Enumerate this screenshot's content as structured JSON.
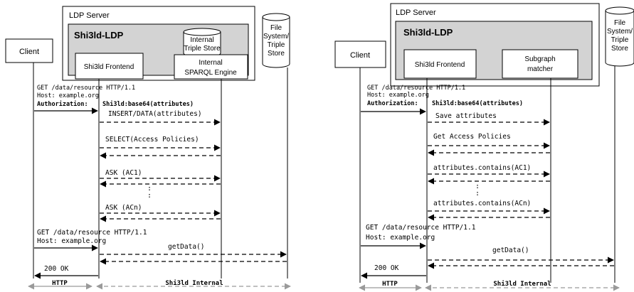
{
  "left": {
    "ldp_server_label": "LDP Server",
    "shi3ld_ldp_label": "Shi3ld-LDP",
    "client_label": "Client",
    "frontend_label": "Shi3ld Frontend",
    "triple_store_label_line1": "Internal",
    "triple_store_label_line2": "Triple Store",
    "engine_label_line1": "Internal",
    "engine_label_line2": "SPARQL Engine",
    "fs_label_line1": "File",
    "fs_label_line2": "System/",
    "fs_label_line3": "Triple",
    "fs_label_line4": "Store",
    "req1_line1": "GET /data/resource HTTP/1.1",
    "req1_line2": "Host: example.org",
    "req1_auth_key": "Authorization:",
    "req1_auth_val": "Shi3ld:base64(attributes)",
    "msg_insert": "INSERT/DATA(attributes)",
    "msg_select": "SELECT(Access Policies)",
    "msg_ask1": "ASK (AC1)",
    "msg_dots": ":",
    "msg_askn": "ASK (ACn)",
    "req2_line1": "GET /data/resource HTTP/1.1",
    "req2_line2": "Host: example.org",
    "msg_getdata": "getData()",
    "msg_200": "200 OK",
    "legend_http": "HTTP",
    "legend_internal": "Shi3ld Internal"
  },
  "right": {
    "ldp_server_label": "LDP Server",
    "shi3ld_ldp_label": "Shi3ld-LDP",
    "client_label": "Client",
    "frontend_label": "Shi3ld Frontend",
    "matcher_label_line1": "Subgraph",
    "matcher_label_line2": "matcher",
    "fs_label_line1": "File",
    "fs_label_line2": "System/",
    "fs_label_line3": "Triple",
    "fs_label_line4": "Store",
    "req1_line1": "GET /data/resource HTTP/1.1",
    "req1_line2": "Host: example.org",
    "req1_auth_key": "Authorization:",
    "req1_auth_val": "Shi3ld:base64(attributes)",
    "msg_save": "Save attributes",
    "msg_get_policies": "Get Access Policies",
    "msg_contains1": "attributes.contains(AC1)",
    "msg_dots": ":",
    "msg_containsn": "attributes.contains(ACn)",
    "req2_line1": "GET /data/resource HTTP/1.1",
    "req2_line2": "Host: example.org",
    "msg_getdata": "getData()",
    "msg_200": "200 OK",
    "legend_http": "HTTP",
    "legend_internal": "Shi3ld Internal"
  },
  "colors": {
    "line": "#000000",
    "box_fill": "#ffffff",
    "shi3ld_fill": "#d3d3d3",
    "legend_arrow": "#9a9a9a"
  }
}
